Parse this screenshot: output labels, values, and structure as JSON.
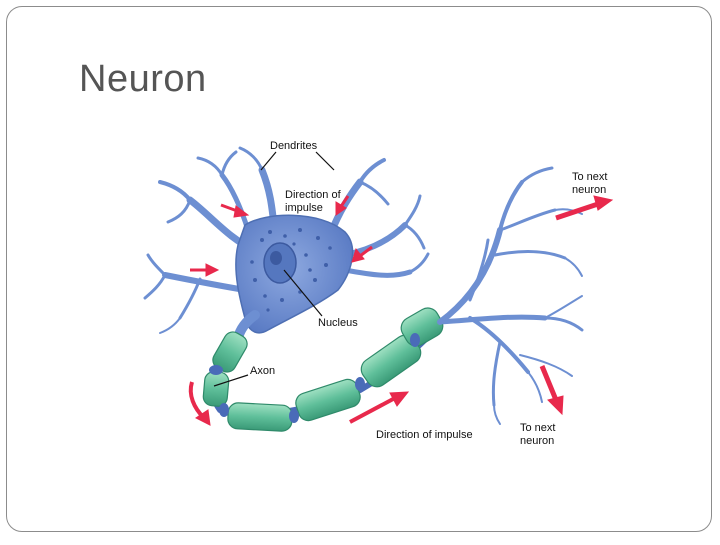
{
  "slide": {
    "title": "Neuron"
  },
  "diagram": {
    "labels": {
      "dendrites": "Dendrites",
      "direction_top_line1": "Direction of",
      "direction_top_line2": "impulse",
      "nucleus": "Nucleus",
      "axon": "Axon",
      "direction_bottom": "Direction of impulse",
      "to_next_top_line1": "To next",
      "to_next_top_line2": "neuron",
      "to_next_bottom_line1": "To next",
      "to_next_bottom_line2": "neuron"
    },
    "colors": {
      "cell_body": "#6f8fd0",
      "dendrite": "#7a9ad6",
      "dendrite_edge": "#4e6fb3",
      "myelin": "#5fbf9a",
      "myelin_edge": "#2f8a6a",
      "node": "#4a6bb8",
      "arrow": "#e8294c",
      "nucleus": "#5577bf",
      "text": "#111111"
    }
  }
}
